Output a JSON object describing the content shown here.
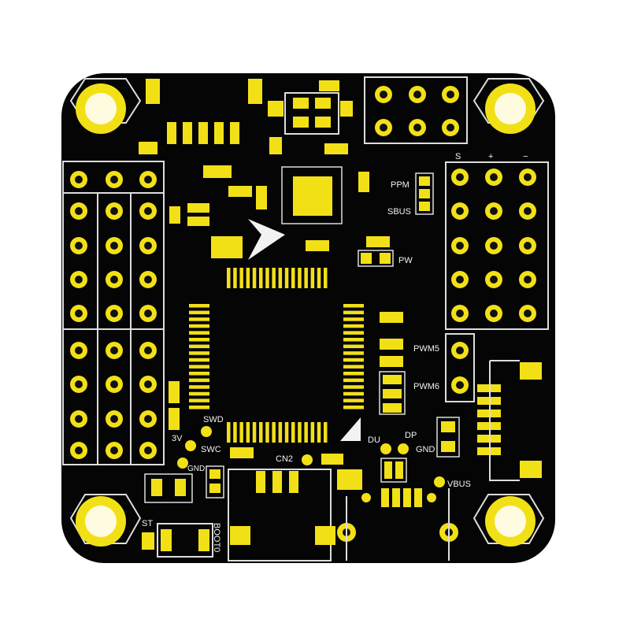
{
  "board": {
    "colors": {
      "board": "#050505",
      "copper": "#f2e017",
      "silk": "#f2f2f2",
      "hole": "#111111",
      "background": "#ffffff"
    },
    "header_labels": {
      "s": "S",
      "plus": "+",
      "minus": "−"
    },
    "labels": {
      "ppm": "PPM",
      "sbus": "SBUS",
      "pw": "PW",
      "pwm5": "PWM5",
      "pwm6": "PWM6",
      "swd": "SWD",
      "swc": "SWC",
      "v3": "3V",
      "gnd_left": "GND",
      "cn2": "CN2",
      "du": "DU",
      "dp": "DP",
      "gnd_right": "GND",
      "vbus": "VBUS",
      "st": "ST",
      "boot0": "BOOT0"
    }
  }
}
